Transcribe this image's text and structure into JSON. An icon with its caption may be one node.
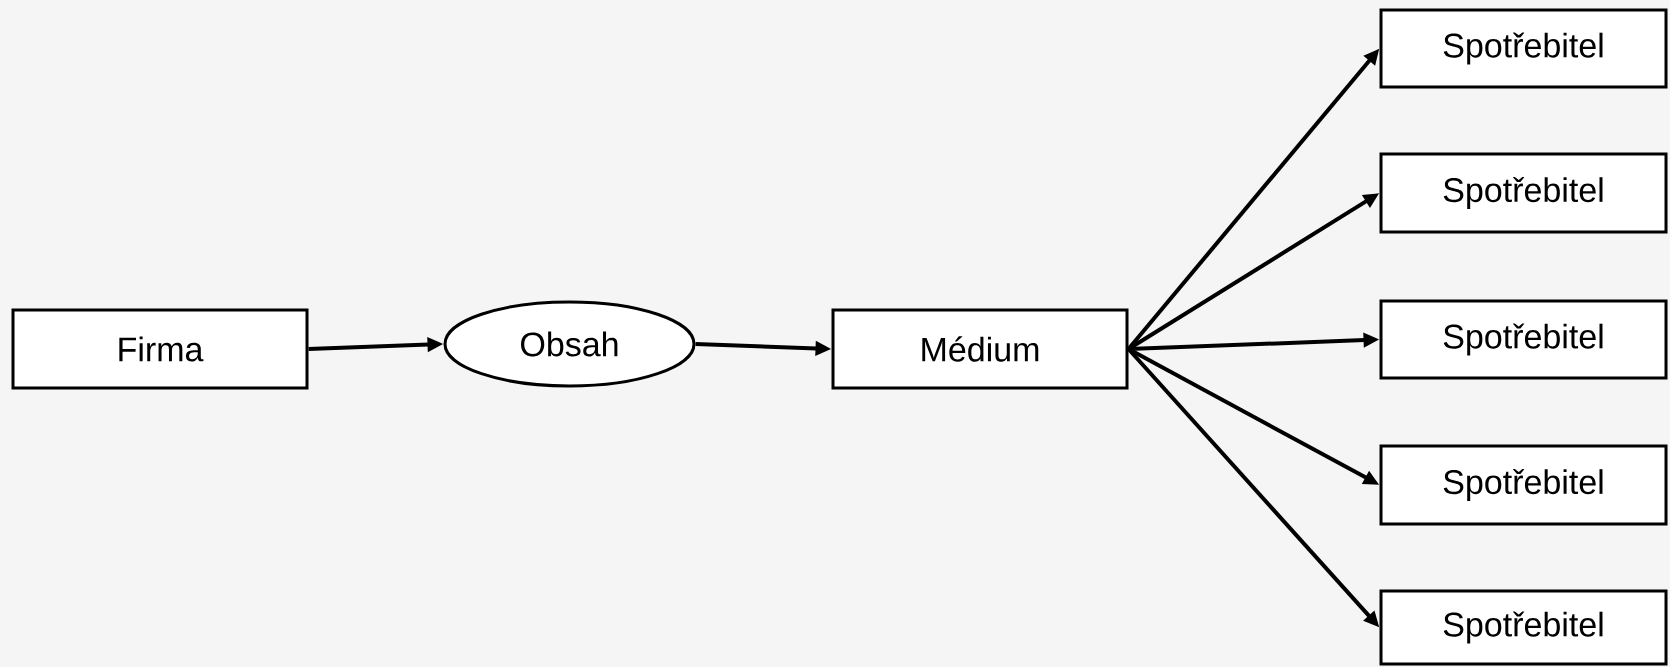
{
  "diagram": {
    "nodes": [
      {
        "text": [
          "Firma"
        ]
      },
      {
        "text": [
          "Obsah"
        ]
      },
      {
        "text": [
          "Médium"
        ]
      },
      {
        "text": [
          "Spotřebitel"
        ]
      },
      {
        "text": [
          "Spotřebitel"
        ]
      },
      {
        "text": [
          "Spotřebitel"
        ]
      },
      {
        "text": [
          "Spotřebitel"
        ]
      },
      {
        "text": [
          "Spotřebitel"
        ]
      }
    ],
    "edges": [
      {
        "from": 0,
        "to": 1,
        "arrow": "to"
      },
      {
        "from": 1,
        "to": 2,
        "arrow": "to"
      },
      {
        "from": 2,
        "to": 3,
        "arrow": "to"
      },
      {
        "from": 2,
        "to": 4,
        "arrow": "to"
      },
      {
        "from": 2,
        "to": 5,
        "arrow": "to"
      },
      {
        "from": 2,
        "to": 6,
        "arrow": "to"
      },
      {
        "from": 2,
        "to": 7,
        "arrow": "to"
      }
    ]
  }
}
